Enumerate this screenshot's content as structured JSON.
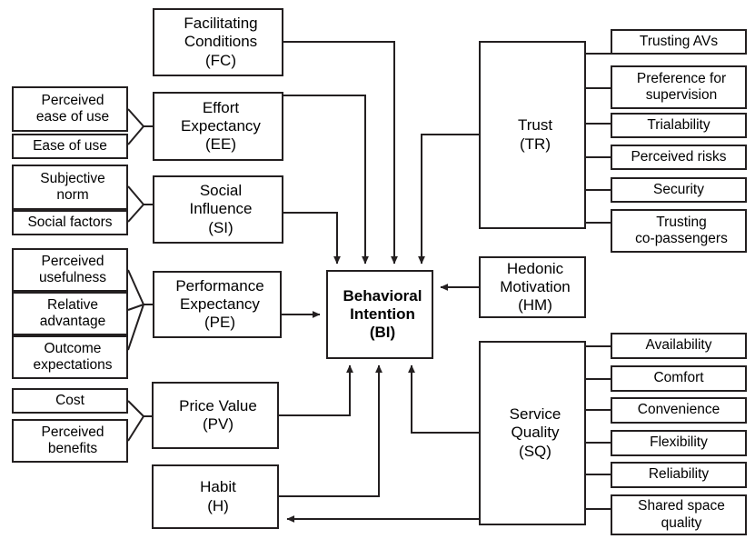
{
  "diagram": {
    "title": "Behavioral Intention research model",
    "type": "block-diagram",
    "colors": {
      "box_border": "#231f20",
      "box_fill": "#ffffff",
      "connector": "#231f20",
      "background": "#ffffff"
    }
  },
  "core": {
    "label": "Behavioral\nIntention\n(BI)",
    "line1": "Behavioral",
    "line2": "Intention",
    "line3": "(BI)"
  },
  "constructs": [
    {
      "key": "FC",
      "line1": "Facilitating",
      "line2": "Conditions",
      "line3": "(FC)"
    },
    {
      "key": "EE",
      "line1": "Effort",
      "line2": "Expectancy",
      "line3": "(EE)"
    },
    {
      "key": "SI",
      "line1": "Social",
      "line2": "Influence",
      "line3": "(SI)"
    },
    {
      "key": "PE",
      "line1": "Performance",
      "line2": "Expectancy",
      "line3": "(PE)"
    },
    {
      "key": "PV",
      "line1": "Price Value",
      "line2": "(PV)",
      "line3": ""
    },
    {
      "key": "H",
      "line1": "Habit",
      "line2": "(H)",
      "line3": ""
    },
    {
      "key": "TR",
      "line1": "Trust",
      "line2": "(TR)",
      "line3": ""
    },
    {
      "key": "HM",
      "line1": "Hedonic",
      "line2": "Motivation",
      "line3": "(HM)"
    },
    {
      "key": "SQ",
      "line1": "Service",
      "line2": "Quality",
      "line3": "(SQ)"
    }
  ],
  "left_items": {
    "ee": [
      {
        "line1": "Perceived",
        "line2": "ease of use"
      },
      {
        "line1": "Ease of use",
        "line2": ""
      }
    ],
    "si": [
      {
        "line1": "Subjective",
        "line2": "norm"
      },
      {
        "line1": "Social factors",
        "line2": ""
      }
    ],
    "pe": [
      {
        "line1": "Perceived",
        "line2": "usefulness"
      },
      {
        "line1": "Relative",
        "line2": "advantage"
      },
      {
        "line1": "Outcome",
        "line2": "expectations"
      }
    ],
    "pv": [
      {
        "line1": "Cost",
        "line2": ""
      },
      {
        "line1": "Perceived",
        "line2": "benefits"
      }
    ]
  },
  "right_items": {
    "tr": [
      {
        "line1": "Trusting AVs",
        "line2": ""
      },
      {
        "line1": "Preference for",
        "line2": "supervision"
      },
      {
        "line1": "Trialability",
        "line2": ""
      },
      {
        "line1": "Perceived risks",
        "line2": ""
      },
      {
        "line1": "Security",
        "line2": ""
      },
      {
        "line1": "Trusting",
        "line2": "co-passengers"
      }
    ],
    "sq": [
      {
        "line1": "Availability",
        "line2": ""
      },
      {
        "line1": "Comfort",
        "line2": ""
      },
      {
        "line1": "Convenience",
        "line2": ""
      },
      {
        "line1": "Flexibility",
        "line2": ""
      },
      {
        "line1": "Reliability",
        "line2": ""
      },
      {
        "line1": "Shared space",
        "line2": "quality"
      }
    ]
  },
  "relations": [
    {
      "from": "FC",
      "to": "BI",
      "arrow": "directed"
    },
    {
      "from": "EE",
      "to": "BI",
      "arrow": "directed"
    },
    {
      "from": "SI",
      "to": "BI",
      "arrow": "directed"
    },
    {
      "from": "PE",
      "to": "BI",
      "arrow": "directed"
    },
    {
      "from": "PV",
      "to": "BI",
      "arrow": "directed"
    },
    {
      "from": "H",
      "to": "BI",
      "arrow": "directed"
    },
    {
      "from": "TR",
      "to": "BI",
      "arrow": "directed"
    },
    {
      "from": "HM",
      "to": "BI",
      "arrow": "directed"
    },
    {
      "from": "SQ",
      "to": "BI",
      "arrow": "directed"
    },
    {
      "from": "SQ",
      "to": "H",
      "arrow": "directed"
    }
  ]
}
